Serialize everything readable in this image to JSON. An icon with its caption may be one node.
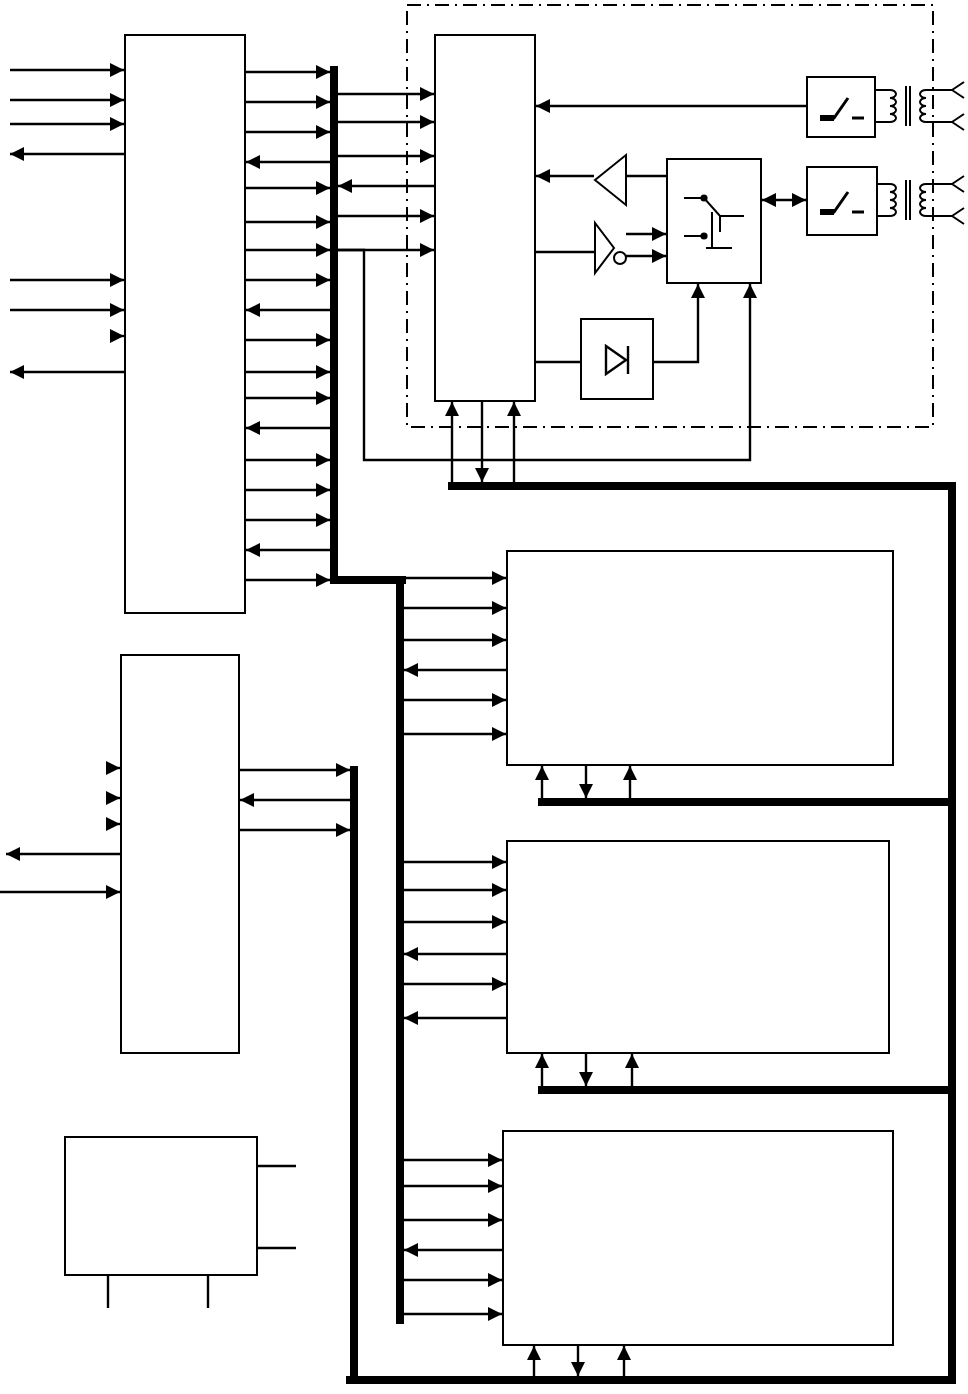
{
  "diagram": {
    "nodes": [
      {
        "text": [],
        "shape": "box"
      },
      {
        "text": [],
        "shape": "box",
        "in": 0
      },
      {
        "text": [],
        "shape": "box",
        "in": 0
      },
      {
        "text": [],
        "shape": "box",
        "in": 0
      },
      {
        "text": [],
        "shape": "triangle",
        "in": 0
      },
      {
        "text": [],
        "shape": "triangle",
        "in": 0
      },
      {
        "text": [],
        "shape": "box",
        "in": 0
      },
      {
        "text": [],
        "shape": "box",
        "in": 0
      },
      {
        "text": [],
        "shape": "box"
      },
      {
        "text": [],
        "shape": "bar"
      },
      {
        "text": [],
        "shape": "bar"
      },
      {
        "text": [],
        "shape": "bar"
      },
      {
        "text": [],
        "shape": "bar"
      },
      {
        "text": [],
        "shape": "bar"
      },
      {
        "text": [],
        "shape": "box"
      },
      {
        "text": [],
        "shape": "bar"
      },
      {
        "text": [],
        "shape": "box"
      },
      {
        "text": [],
        "shape": "bar"
      },
      {
        "text": [],
        "shape": "box"
      },
      {
        "text": [],
        "shape": "bar"
      },
      {
        "text": [],
        "shape": "box"
      },
      {
        "text": [],
        "shape": "bar"
      },
      {
        "text": [],
        "shape": "box"
      }
    ],
    "edges": [
      {
        "from": null,
        "to": 8,
        "arrow": "to"
      },
      {
        "from": null,
        "to": 8,
        "arrow": "to"
      },
      {
        "from": null,
        "to": 8,
        "arrow": "to"
      },
      {
        "from": 8,
        "to": null,
        "arrow": "to"
      },
      {
        "from": null,
        "to": 8,
        "arrow": "to"
      },
      {
        "from": null,
        "to": 8,
        "arrow": "to"
      },
      {
        "from": null,
        "to": 8,
        "arrow": "to"
      },
      {
        "from": 8,
        "to": null,
        "arrow": "to"
      },
      {
        "from": 8,
        "to": 9,
        "arrow": "to"
      },
      {
        "from": 8,
        "to": 9,
        "arrow": "to"
      },
      {
        "from": 8,
        "to": 9,
        "arrow": "to"
      },
      {
        "from": 9,
        "to": 8,
        "arrow": "to"
      },
      {
        "from": 8,
        "to": 9,
        "arrow": "to"
      },
      {
        "from": 8,
        "to": 9,
        "arrow": "to"
      },
      {
        "from": 8,
        "to": 9,
        "arrow": "to"
      },
      {
        "from": 8,
        "to": 9,
        "arrow": "to"
      },
      {
        "from": 9,
        "to": 8,
        "arrow": "to"
      },
      {
        "from": 8,
        "to": 9,
        "arrow": "to"
      },
      {
        "from": 8,
        "to": 9,
        "arrow": "to"
      },
      {
        "from": 8,
        "to": 9,
        "arrow": "to"
      },
      {
        "from": 9,
        "to": 8,
        "arrow": "to"
      },
      {
        "from": 8,
        "to": 9,
        "arrow": "to"
      },
      {
        "from": 8,
        "to": 9,
        "arrow": "to"
      },
      {
        "from": 8,
        "to": 9,
        "arrow": "to"
      },
      {
        "from": 9,
        "to": 8,
        "arrow": "to"
      },
      {
        "from": 8,
        "to": 9,
        "arrow": "to"
      },
      {
        "from": 9,
        "to": 1,
        "arrow": "to"
      },
      {
        "from": 9,
        "to": 1,
        "arrow": "to"
      },
      {
        "from": 9,
        "to": 1,
        "arrow": "to"
      },
      {
        "from": 1,
        "to": 9,
        "arrow": "to"
      },
      {
        "from": 9,
        "to": 1,
        "arrow": "to"
      },
      {
        "from": 9,
        "to": 1,
        "arrow": "to"
      },
      {
        "from": 2,
        "to": 1,
        "arrow": "to"
      },
      {
        "from": 6,
        "to": 4,
        "arrow": "none"
      },
      {
        "from": 4,
        "to": 1,
        "arrow": "to"
      },
      {
        "from": 1,
        "to": 5,
        "arrow": "none"
      },
      {
        "from": 5,
        "to": 6,
        "arrow": "to"
      },
      {
        "from": 5,
        "to": 6,
        "arrow": "to"
      },
      {
        "from": 6,
        "to": 3,
        "arrow": "both"
      },
      {
        "from": 1,
        "to": 7,
        "arrow": "none"
      },
      {
        "from": 7,
        "to": 6,
        "arrow": "to"
      },
      {
        "from": 9,
        "to": 6,
        "arrow": "to"
      },
      {
        "from": 12,
        "to": 1,
        "arrow": "to"
      },
      {
        "from": 1,
        "to": 12,
        "arrow": "to"
      },
      {
        "from": 12,
        "to": 1,
        "arrow": "to"
      },
      {
        "from": 11,
        "to": 14,
        "arrow": "to"
      },
      {
        "from": 11,
        "to": 14,
        "arrow": "to"
      },
      {
        "from": 11,
        "to": 14,
        "arrow": "to"
      },
      {
        "from": 14,
        "to": 11,
        "arrow": "to"
      },
      {
        "from": 11,
        "to": 14,
        "arrow": "to"
      },
      {
        "from": 11,
        "to": 14,
        "arrow": "to"
      },
      {
        "from": 15,
        "to": 14,
        "arrow": "to"
      },
      {
        "from": 14,
        "to": 15,
        "arrow": "to"
      },
      {
        "from": 15,
        "to": 14,
        "arrow": "to"
      },
      {
        "from": 11,
        "to": 16,
        "arrow": "to"
      },
      {
        "from": 11,
        "to": 16,
        "arrow": "to"
      },
      {
        "from": 11,
        "to": 16,
        "arrow": "to"
      },
      {
        "from": 16,
        "to": 11,
        "arrow": "to"
      },
      {
        "from": 11,
        "to": 16,
        "arrow": "to"
      },
      {
        "from": 16,
        "to": 11,
        "arrow": "to"
      },
      {
        "from": 17,
        "to": 16,
        "arrow": "to"
      },
      {
        "from": 16,
        "to": 17,
        "arrow": "to"
      },
      {
        "from": 17,
        "to": 16,
        "arrow": "to"
      },
      {
        "from": 11,
        "to": 20,
        "arrow": "to"
      },
      {
        "from": 11,
        "to": 20,
        "arrow": "to"
      },
      {
        "from": 11,
        "to": 20,
        "arrow": "to"
      },
      {
        "from": 20,
        "to": 11,
        "arrow": "to"
      },
      {
        "from": 11,
        "to": 20,
        "arrow": "to"
      },
      {
        "from": 11,
        "to": 20,
        "arrow": "to"
      },
      {
        "from": 21,
        "to": 20,
        "arrow": "to"
      },
      {
        "from": 20,
        "to": 21,
        "arrow": "to"
      },
      {
        "from": 21,
        "to": 20,
        "arrow": "to"
      },
      {
        "from": null,
        "to": 18,
        "arrow": "to"
      },
      {
        "from": null,
        "to": 18,
        "arrow": "to"
      },
      {
        "from": null,
        "to": 18,
        "arrow": "to"
      },
      {
        "from": 18,
        "to": null,
        "arrow": "to"
      },
      {
        "from": null,
        "to": 18,
        "arrow": "to"
      },
      {
        "from": 18,
        "to": 19,
        "arrow": "to"
      },
      {
        "from": 19,
        "to": 18,
        "arrow": "to"
      },
      {
        "from": 18,
        "to": 19,
        "arrow": "to"
      },
      {
        "from": 22,
        "to": null,
        "arrow": "none"
      },
      {
        "from": 22,
        "to": null,
        "arrow": "none"
      },
      {
        "from": 22,
        "to": null,
        "arrow": "none"
      },
      {
        "from": 22,
        "to": null,
        "arrow": "none"
      }
    ]
  }
}
